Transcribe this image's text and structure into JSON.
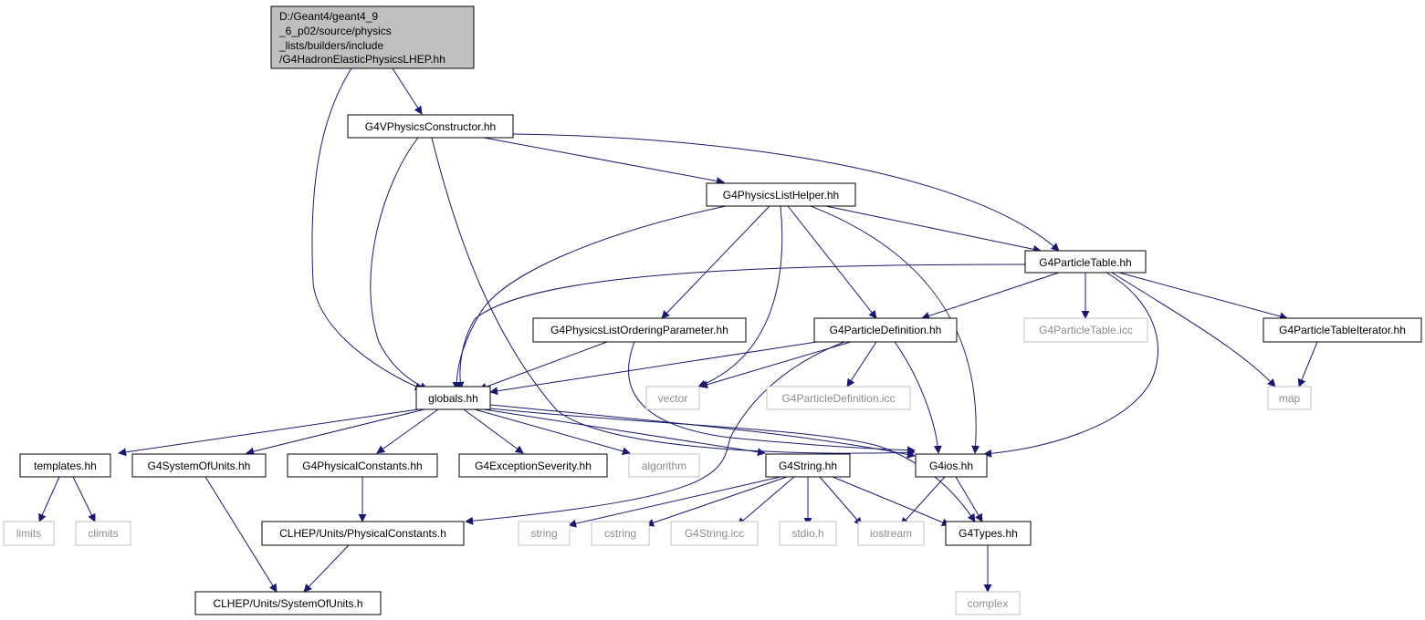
{
  "colors": {
    "edge": "#191970",
    "node_border": "#000000",
    "ext_border": "#bfbfbf",
    "root_fill": "#bfbfbf",
    "node_fill": "#ffffff",
    "ext_text": "#8c8c8c"
  },
  "root": {
    "lines": [
      "D:/Geant4/geant4_9",
      "_6_p02/source/physics",
      "_lists/builders/include",
      "/G4HadronElasticPhysicsLHEP.hh"
    ]
  },
  "nodes": {
    "physics_constructor": "G4VPhysicsConstructor.hh",
    "physics_list_helper": "G4PhysicsListHelper.hh",
    "particle_table": "G4ParticleTable.hh",
    "ordering_parameter": "G4PhysicsListOrderingParameter.hh",
    "particle_definition": "G4ParticleDefinition.hh",
    "particle_table_icc": "G4ParticleTable.icc",
    "particle_table_iterator": "G4ParticleTableIterator.hh",
    "globals": "globals.hh",
    "vector": "vector",
    "particle_definition_icc": "G4ParticleDefinition.icc",
    "map": "map",
    "templates": "templates.hh",
    "system_of_units": "G4SystemOfUnits.hh",
    "physical_constants": "G4PhysicalConstants.hh",
    "exception_severity": "G4ExceptionSeverity.hh",
    "algorithm": "algorithm",
    "g4string": "G4String.hh",
    "g4ios": "G4ios.hh",
    "limits": "limits",
    "climits": "climits",
    "clhep_physical_constants": "CLHEP/Units/PhysicalConstants.h",
    "string": "string",
    "cstring": "cstring",
    "g4string_icc": "G4String.icc",
    "stdio": "stdio.h",
    "iostream": "iostream",
    "g4types": "G4Types.hh",
    "clhep_system_of_units": "CLHEP/Units/SystemOfUnits.h",
    "complex": "complex"
  }
}
